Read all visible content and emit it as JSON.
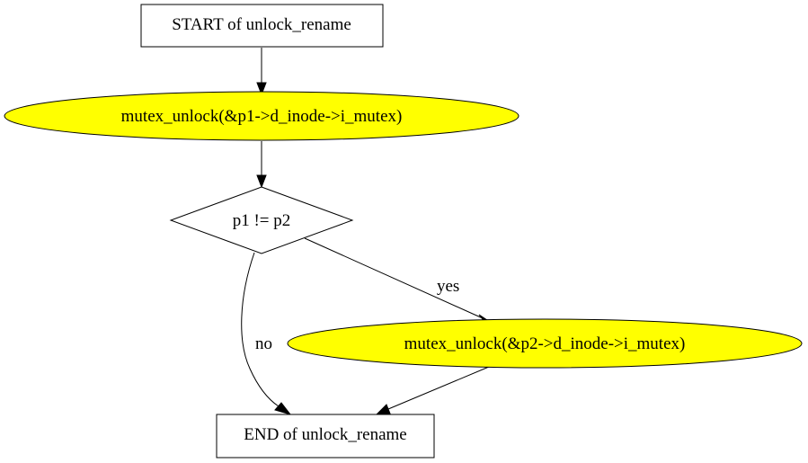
{
  "diagram": {
    "nodes": {
      "start": {
        "label": "START of unlock_rename",
        "shape": "box",
        "fill": "#ffffff"
      },
      "unlock_p1": {
        "label": "mutex_unlock(&p1->d_inode->i_mutex)",
        "shape": "ellipse",
        "fill": "#ffff00"
      },
      "cond": {
        "label": "p1 != p2",
        "shape": "diamond",
        "fill": "#ffffff"
      },
      "unlock_p2": {
        "label": "mutex_unlock(&p2->d_inode->i_mutex)",
        "shape": "ellipse",
        "fill": "#ffff00"
      },
      "end": {
        "label": "END of unlock_rename",
        "shape": "box",
        "fill": "#ffffff"
      }
    },
    "edges": {
      "start_to_unlock_p1": {
        "from": "start",
        "to": "unlock_p1",
        "label": ""
      },
      "unlock_p1_to_cond": {
        "from": "unlock_p1",
        "to": "cond",
        "label": ""
      },
      "cond_to_unlock_p2": {
        "from": "cond",
        "to": "unlock_p2",
        "label": "yes"
      },
      "cond_to_end": {
        "from": "cond",
        "to": "end",
        "label": "no"
      },
      "unlock_p2_to_end": {
        "from": "unlock_p2",
        "to": "end",
        "label": ""
      }
    }
  }
}
